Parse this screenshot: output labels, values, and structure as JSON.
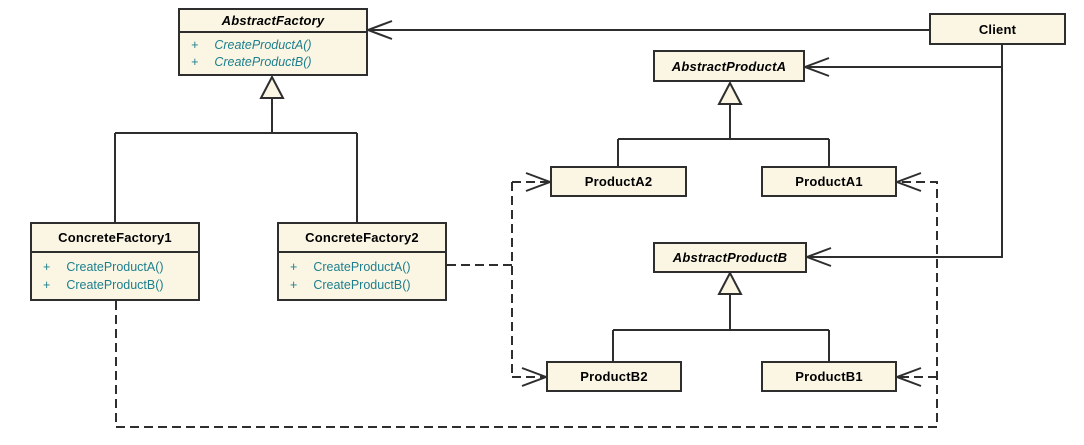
{
  "palette": {
    "canvas_bg": "#ffffff",
    "box_fill": "#fbf6e4",
    "box_border": "#2e2e2e",
    "line_color": "#2e2e2e",
    "method_text": "#1d7f8e",
    "title_text": "#000000"
  },
  "classes": {
    "abstract_factory": {
      "name": "AbstractFactory",
      "abstract": true,
      "methods": [
        {
          "visibility": "+",
          "signature": "CreateProductA()"
        },
        {
          "visibility": "+",
          "signature": "CreateProductB()"
        }
      ]
    },
    "client": {
      "name": "Client"
    },
    "abstract_product_a": {
      "name": "AbstractProductA",
      "abstract": true
    },
    "product_a2": {
      "name": "ProductA2"
    },
    "product_a1": {
      "name": "ProductA1"
    },
    "abstract_product_b": {
      "name": "AbstractProductB",
      "abstract": true
    },
    "concrete_factory1": {
      "name": "ConcreteFactory1",
      "methods": [
        {
          "visibility": "+",
          "signature": "CreateProductA()"
        },
        {
          "visibility": "+",
          "signature": "CreateProductB()"
        }
      ]
    },
    "concrete_factory2": {
      "name": "ConcreteFactory2",
      "methods": [
        {
          "visibility": "+",
          "signature": "CreateProductA()"
        },
        {
          "visibility": "+",
          "signature": "CreateProductB()"
        }
      ]
    },
    "product_b2": {
      "name": "ProductB2"
    },
    "product_b1": {
      "name": "ProductB1"
    }
  },
  "relationships": [
    {
      "type": "generalization",
      "from": "ConcreteFactory1",
      "to": "AbstractFactory"
    },
    {
      "type": "generalization",
      "from": "ConcreteFactory2",
      "to": "AbstractFactory"
    },
    {
      "type": "generalization",
      "from": "ProductA2",
      "to": "AbstractProductA"
    },
    {
      "type": "generalization",
      "from": "ProductA1",
      "to": "AbstractProductA"
    },
    {
      "type": "generalization",
      "from": "ProductB2",
      "to": "AbstractProductB"
    },
    {
      "type": "generalization",
      "from": "ProductB1",
      "to": "AbstractProductB"
    },
    {
      "type": "association",
      "from": "Client",
      "to": "AbstractFactory"
    },
    {
      "type": "association",
      "from": "Client",
      "to": "AbstractProductA"
    },
    {
      "type": "association",
      "from": "Client",
      "to": "AbstractProductB"
    },
    {
      "type": "dependency",
      "from": "ConcreteFactory2",
      "to": "ProductA2"
    },
    {
      "type": "dependency",
      "from": "ConcreteFactory2",
      "to": "ProductB2"
    },
    {
      "type": "dependency",
      "from": "ConcreteFactory1",
      "to": "ProductA1"
    },
    {
      "type": "dependency",
      "from": "ConcreteFactory1",
      "to": "ProductB1"
    }
  ]
}
